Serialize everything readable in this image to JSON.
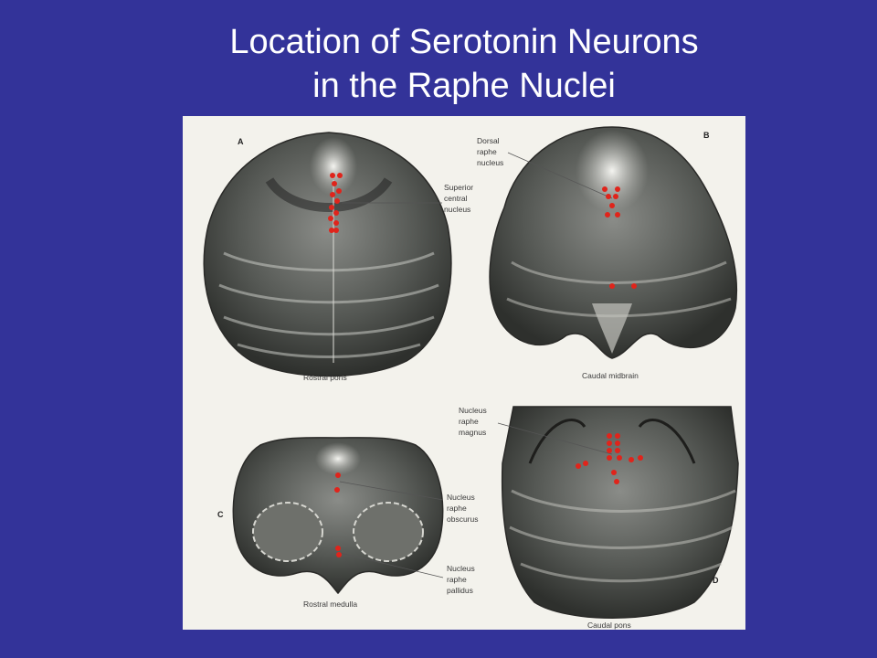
{
  "slide": {
    "title_line1": "Location of Serotonin Neurons",
    "title_line2": "in the Raphe Nuclei"
  },
  "figure": {
    "dot_color": "#e0241b",
    "panels": [
      {
        "letter": "A",
        "caption": "Rostral pons",
        "labels": [
          {
            "lines": [
              "Superior",
              "central",
              "nucleus"
            ]
          }
        ]
      },
      {
        "letter": "B",
        "caption": "Caudal midbrain",
        "labels": [
          {
            "lines": [
              "Dorsal",
              "raphe",
              "nucleus"
            ]
          }
        ]
      },
      {
        "letter": "C",
        "caption": "Rostral medulla",
        "labels": [
          {
            "lines": [
              "Nucleus",
              "raphe",
              "obscurus"
            ]
          },
          {
            "lines": [
              "Nucleus",
              "raphe",
              "pallidus"
            ]
          }
        ]
      },
      {
        "letter": "D",
        "caption": "Caudal pons",
        "labels": [
          {
            "lines": [
              "Nucleus",
              "raphe",
              "magnus"
            ]
          }
        ]
      }
    ]
  }
}
